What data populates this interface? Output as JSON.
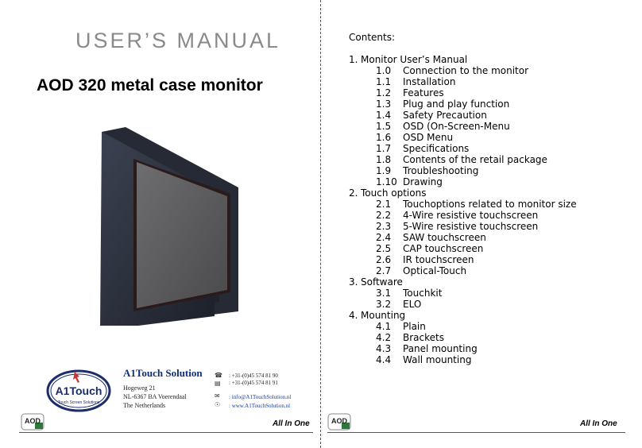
{
  "left": {
    "manual_title": "USER’S MANUAL",
    "model_title": "AOD 320 metal case monitor",
    "logo_text": "A1Touch",
    "logo_tagline": "Touch Screen Solutions",
    "company": "A1Touch Solution",
    "address": [
      "Hogeweg 21",
      "NL-6367 BA Voerendaal",
      "The Netherlands"
    ],
    "phone": ": +31-(0)45 574 81 90",
    "fax": ": +31-(0)45 574 81 91",
    "email": ": info@A1TouchSolution.nl",
    "web": ": www.A1TouchSolution.nl"
  },
  "footer": {
    "aod": "AOD",
    "all_in_one": "All In One"
  },
  "right": {
    "contents_heading": "Contents:",
    "toc": [
      {
        "num": "1.",
        "label": "Monitor User’s Manual",
        "level": 0
      },
      {
        "num": "1.0",
        "label": "Connection to the monitor",
        "level": 1
      },
      {
        "num": "1.1",
        "label": "Installation",
        "level": 1
      },
      {
        "num": "1.2",
        "label": "Features",
        "level": 1
      },
      {
        "num": "1.3",
        "label": "Plug and play function",
        "level": 1
      },
      {
        "num": "1.4",
        "label": "Safety Precaution",
        "level": 1
      },
      {
        "num": "1.5",
        "label": "OSD (On-Screen-Menu",
        "level": 1
      },
      {
        "num": "1.6",
        "label": "OSD Menu",
        "level": 1
      },
      {
        "num": "1.7",
        "label": "Specifications",
        "level": 1
      },
      {
        "num": "1.8",
        "label": "Contents of the retail package",
        "level": 1
      },
      {
        "num": "1.9",
        "label": "Troubleshooting",
        "level": 1
      },
      {
        "num": "1.10",
        "label": "Drawing",
        "level": 1
      },
      {
        "num": "2.",
        "label": "Touch options",
        "level": 0
      },
      {
        "num": "2.1",
        "label": "Touchoptions related to monitor size",
        "level": 1
      },
      {
        "num": "2.2",
        "label": "4-Wire resistive touchscreen",
        "level": 1
      },
      {
        "num": "2.3",
        "label": "5-Wire resistive touchscreen",
        "level": 1
      },
      {
        "num": "2.4",
        "label": "SAW touchscreen",
        "level": 1
      },
      {
        "num": "2.5",
        "label": "CAP touchscreen",
        "level": 1
      },
      {
        "num": "2.6",
        "label": "IR touchscreen",
        "level": 1
      },
      {
        "num": "2.7",
        "label": "Optical-Touch",
        "level": 1
      },
      {
        "num": "3.",
        "label": "Software",
        "level": 0
      },
      {
        "num": "3.1",
        "label": "Touchkit",
        "level": 1
      },
      {
        "num": "3.2",
        "label": "ELO",
        "level": 1
      },
      {
        "num": "4.",
        "label": "Mounting",
        "level": 0
      },
      {
        "num": "4.1",
        "label": "Plain",
        "level": 1
      },
      {
        "num": "4.2",
        "label": "Brackets",
        "level": 1
      },
      {
        "num": "4.3",
        "label": "Panel mounting",
        "level": 1
      },
      {
        "num": "4.4",
        "label": "Wall mounting",
        "level": 1
      }
    ]
  }
}
